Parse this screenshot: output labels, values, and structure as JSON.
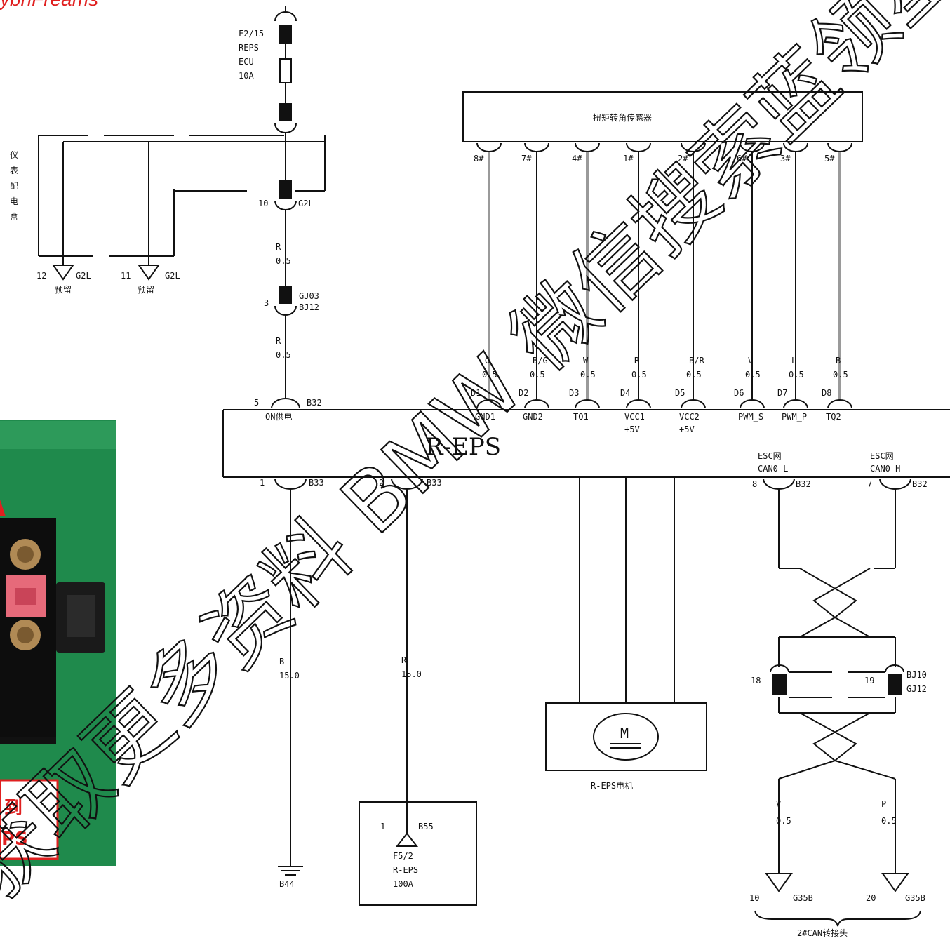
{
  "brand_text": "ybnFreams",
  "fuse_top": {
    "line1": "F2/15",
    "line2": "REPS",
    "line3": "ECU",
    "line4": "10A"
  },
  "panel_label": [
    "仪",
    "表",
    "配",
    "电",
    "盒"
  ],
  "connector_10": {
    "pin": "10",
    "name": "G2L"
  },
  "ground_12": {
    "pin": "12",
    "name": "G2L",
    "note": "预留"
  },
  "ground_11": {
    "pin": "11",
    "name": "G2L",
    "note": "预留"
  },
  "wire_a": {
    "color": "R",
    "size": "0.5"
  },
  "splice_3": {
    "pin": "3",
    "line1": "GJ03",
    "line2": "BJ12"
  },
  "wire_b": {
    "color": "R",
    "size": "0.5"
  },
  "on_pin": {
    "pin": "5",
    "conn": "B32",
    "label": "ON供电"
  },
  "sensor_title": "扭矩转角传感器",
  "sensor_pins": [
    "8#",
    "7#",
    "4#",
    "1#",
    "2#",
    "6#",
    "3#",
    "5#"
  ],
  "signal_wires": [
    {
      "color": "G",
      "size": "0.5",
      "pin": "D1",
      "label": "GND1",
      "sub": ""
    },
    {
      "color": "B/G",
      "size": "0.5",
      "pin": "D2",
      "label": "GND2",
      "sub": ""
    },
    {
      "color": "W",
      "size": "0.5",
      "pin": "D3",
      "label": "TQ1",
      "sub": ""
    },
    {
      "color": "R",
      "size": "0.5",
      "pin": "D4",
      "label": "VCC1",
      "sub": "+5V"
    },
    {
      "color": "B/R",
      "size": "0.5",
      "pin": "D5",
      "label": "VCC2",
      "sub": "+5V"
    },
    {
      "color": "V",
      "size": "0.5",
      "pin": "D6",
      "label": "PWM_S",
      "sub": ""
    },
    {
      "color": "L",
      "size": "0.5",
      "pin": "D7",
      "label": "PWM_P",
      "sub": ""
    },
    {
      "color": "B",
      "size": "0.5",
      "pin": "D8",
      "label": "TQ2",
      "sub": ""
    }
  ],
  "module_name": "R-EPS",
  "can_l": {
    "title": "ESC网",
    "signal": "CAN0-L",
    "pin": "8",
    "conn": "B32"
  },
  "can_h": {
    "title": "ESC网",
    "signal": "CAN0-H",
    "pin": "7",
    "conn": "B32"
  },
  "pin_b33_1": {
    "pin": "1",
    "conn": "B33"
  },
  "pin_b33_2": {
    "pin": "2",
    "conn": "B33"
  },
  "ground_wire": {
    "color": "B",
    "size": "15.0"
  },
  "ground_point": "B44",
  "power_wire": {
    "color": "R",
    "size": "15.0"
  },
  "power_fuse": {
    "pin": "1",
    "conn": "B55",
    "line1": "F5/2",
    "line2": "R-EPS",
    "line3": "100A"
  },
  "motor_symbol": "M",
  "motor_label": "R-EPS电机",
  "splice_18": {
    "pin": "18"
  },
  "splice_19": {
    "pin": "19",
    "line1": "BJ10",
    "line2": "GJ12"
  },
  "can_wire_v": {
    "color": "V",
    "size": "0.5"
  },
  "can_wire_p": {
    "color": "P",
    "size": "0.5"
  },
  "g35b_10": {
    "pin": "10",
    "conn": "G35B"
  },
  "g35b_20": {
    "pin": "20",
    "conn": "G35B"
  },
  "can_junction": "2#CAN转接头",
  "photo_text": {
    "line1": "到",
    "line2": "PS"
  },
  "watermark": "获取更多资料 BMW 微信搜索蓝领星球"
}
